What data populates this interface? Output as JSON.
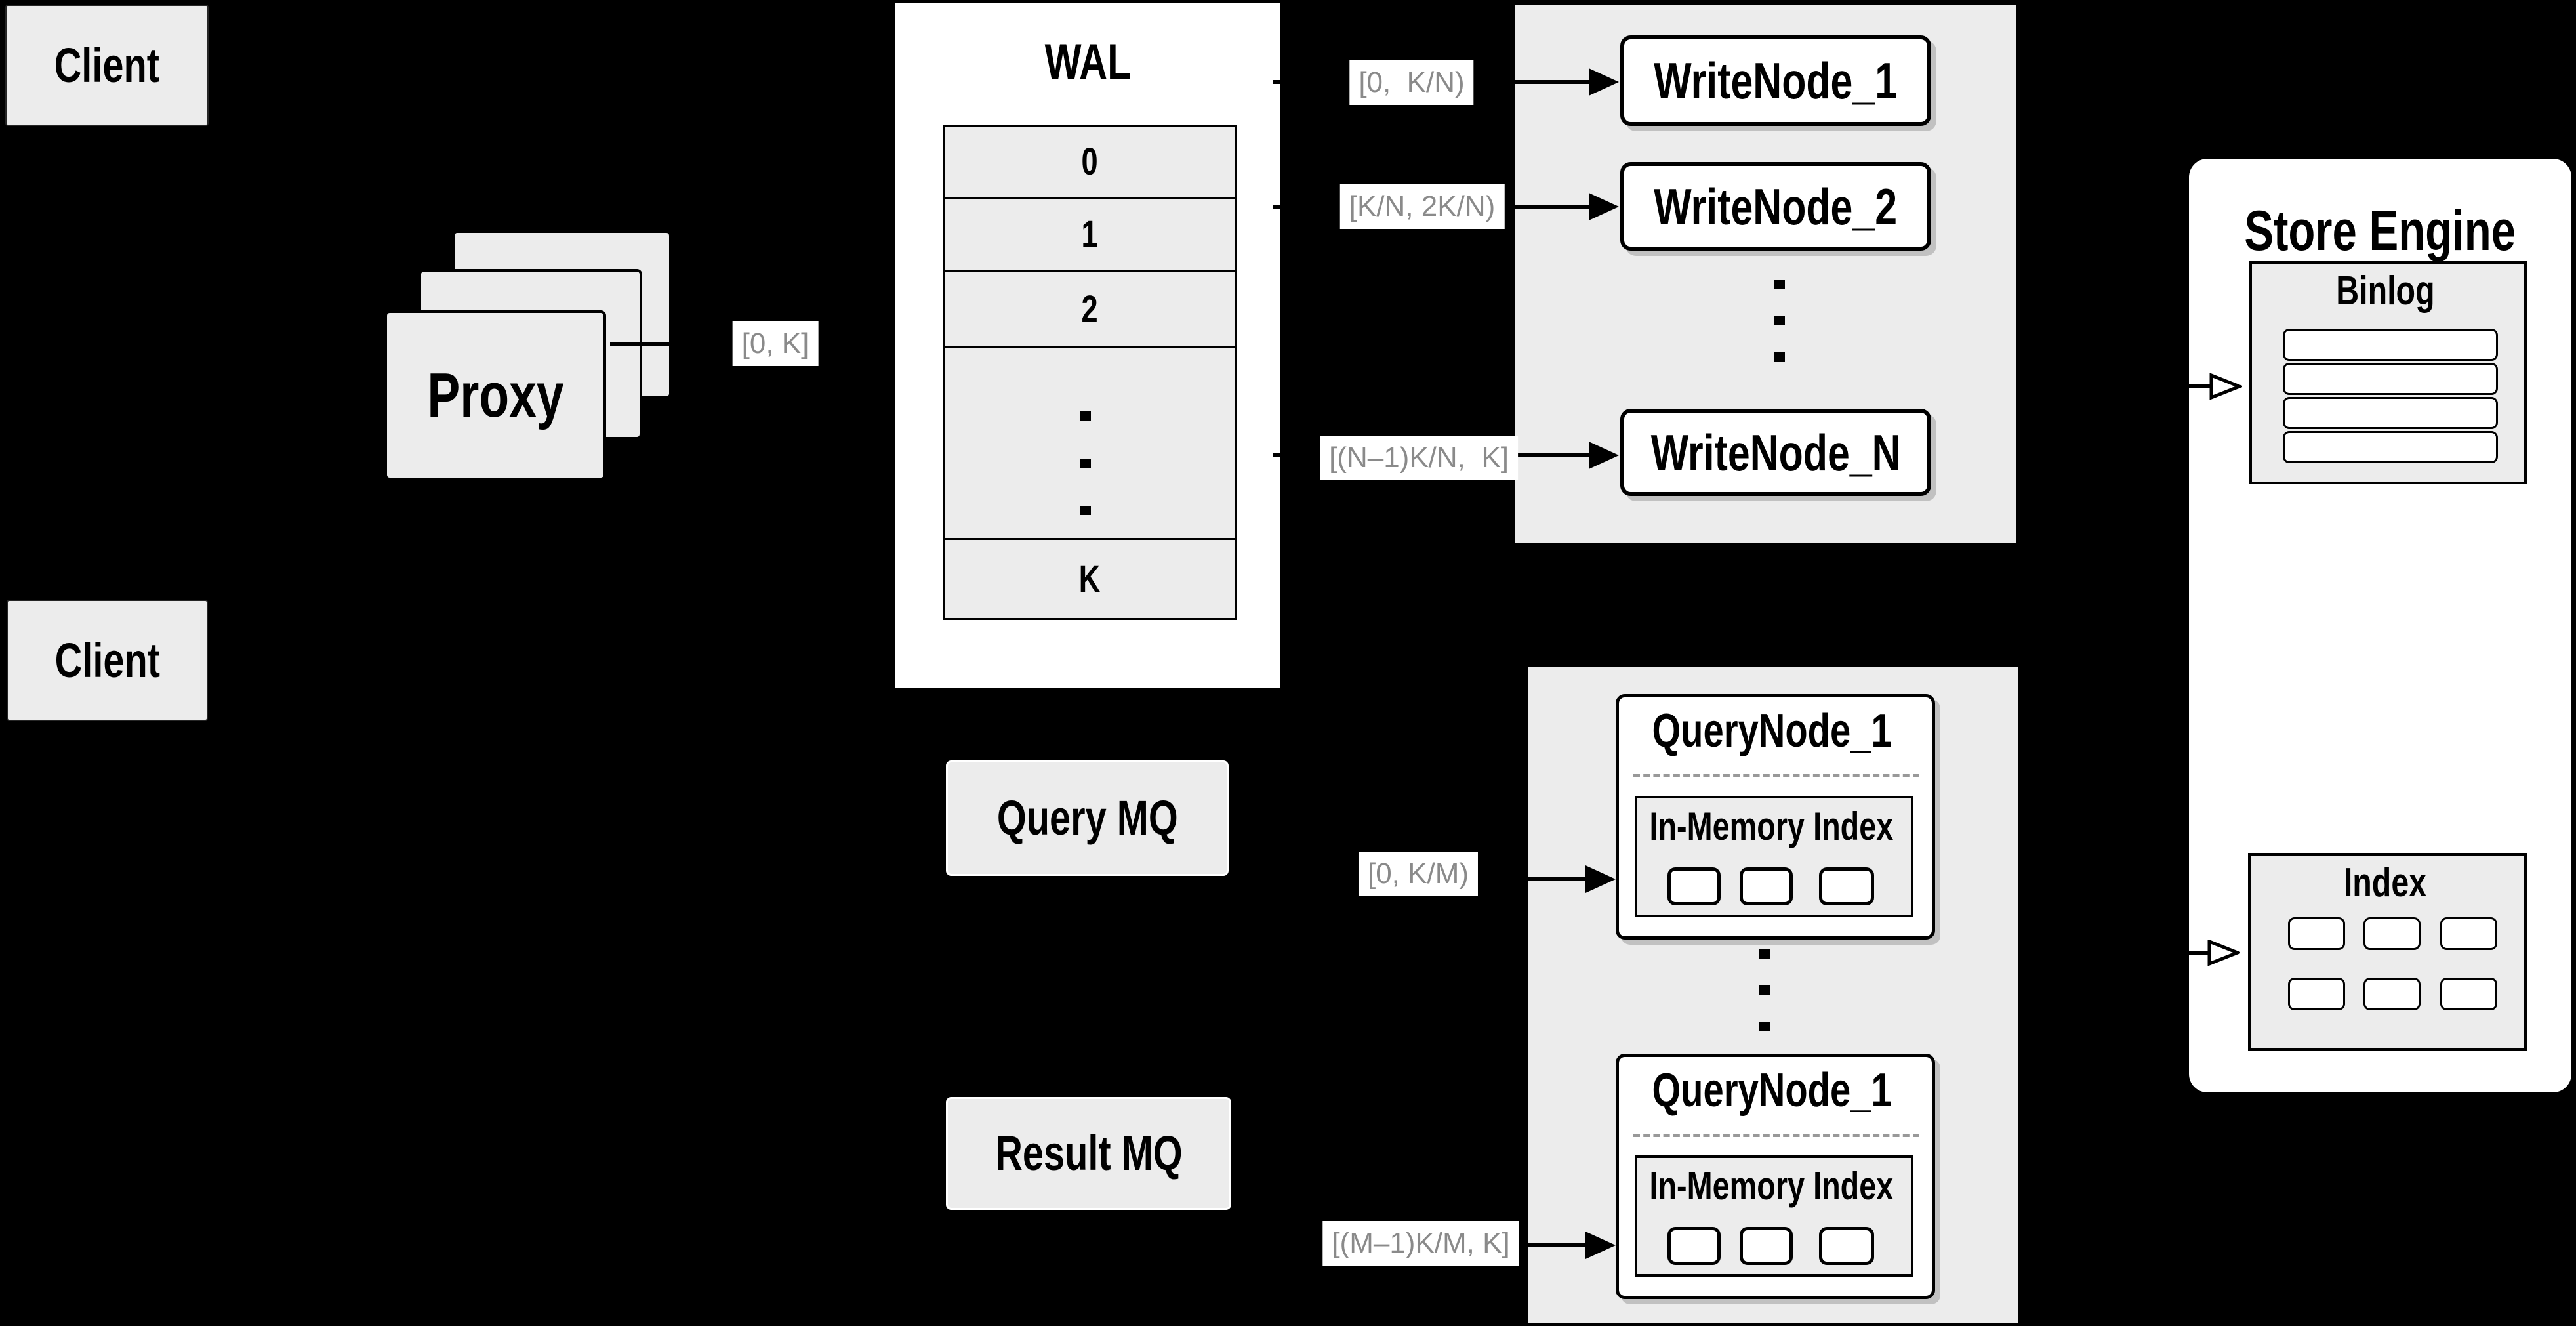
{
  "canvas": {
    "background": "#000000",
    "panel_gray": "#ececec",
    "label_text_color": "#8a8a8a"
  },
  "clients": {
    "top": "Client",
    "bottom": "Client"
  },
  "proxy": {
    "label": "Proxy"
  },
  "wal": {
    "title": "WAL",
    "rows": [
      "0",
      "1",
      "2",
      "K"
    ]
  },
  "flow_labels": {
    "proxy_to_wal": "[0, K]",
    "wal_to_wn1": "[0,  K/N)",
    "wal_to_wn2": "[K/N, 2K/N)",
    "wal_to_wnN": "[(N–1)K/N,  K]",
    "mq_to_qn1": "[0, K/M)",
    "mq_to_qn2": "[(M–1)K/M, K]"
  },
  "write_nodes": {
    "node1": "WriteNode_1",
    "node2": "WriteNode_2",
    "nodeN": "WriteNode_N"
  },
  "mq": {
    "query": "Query MQ",
    "result": "Result MQ"
  },
  "query_nodes": {
    "node1": "QueryNode_1",
    "node2": "QueryNode_1",
    "inmem": "In-Memory Index"
  },
  "store": {
    "title": "Store Engine",
    "binlog": "Binlog",
    "index": "Index"
  }
}
